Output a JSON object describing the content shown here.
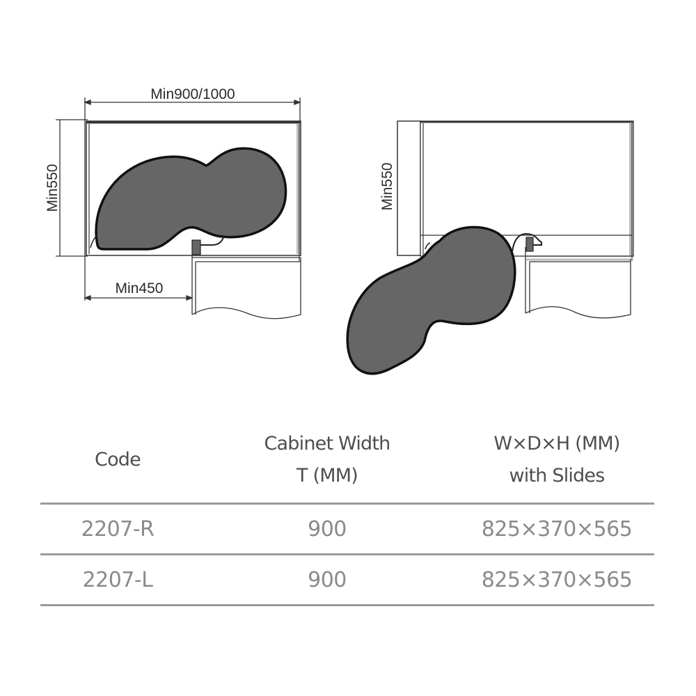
{
  "diagram": {
    "left_view": {
      "width_dimension": "Min900/1000",
      "depth_dimension": "Min550",
      "opening_dimension": "Min450",
      "state": "closed"
    },
    "right_view": {
      "depth_dimension": "Min550",
      "state": "pulled out"
    },
    "colors": {
      "shelf_fill": "#666666",
      "outline": "#111111",
      "cabinet_line": "#333333",
      "cabinet_shade": "#bdbdbd"
    }
  },
  "table": {
    "headers": [
      {
        "line1": "Code",
        "line2": ""
      },
      {
        "line1": "Cabinet Width",
        "line2": "T (MM)"
      },
      {
        "line1": "W×D×H (MM)",
        "line2": "with Slides"
      }
    ],
    "rows": [
      {
        "code": "2207-R",
        "cabinet_width": "900",
        "dimensions": "825×370×565"
      },
      {
        "code": "2207-L",
        "cabinet_width": "900",
        "dimensions": "825×370×565"
      }
    ]
  }
}
